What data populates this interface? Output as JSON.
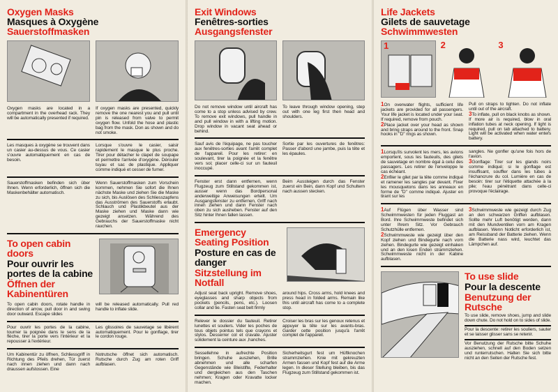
{
  "accent": "#e2231a",
  "panels": {
    "oxygen": {
      "title_en": "Oxygen Masks",
      "title_fr": "Masques à Oxygène",
      "title_de": "Sauerstoffmasken",
      "en_left": "Oxygen masks are located in a compartment in the overhead rack. They will be automatically presented if required.",
      "en_right": "If oxygen masks are presented, quickly remove the one nearest you and pull until pin is released from valve to permit oxygen flow. Unfold the hose and plastic bag from the mask. Don as shown and do not smoke.",
      "fr_left": "Les masques à oxygène se trouvent dans un casier au-dessus de vous. Ce casier s'ouvre automatiquement en cas de besoin.",
      "fr_right": "Lorsque s'ouvre le casier, saisir rapidement le masque le plus proche. Tirer pour détacher le clapet de soupape et permettre l'arrivée d'oxygène. Dérouler tuyau et sac de plastique. Appliquer comme indiqué et cesser de fumer.",
      "de_left": "Sauerstoffmasken befinden sich über Ihnen. Wenn erforderlich, öffnen sich die Maskenbehälter automatisch.",
      "de_right": "Wenn Sauerstoffmasken zum Vorschein kommen, nehmen Sie sofort die Ihnen nächste Maske und ziehen Sie die Maske zu sich, bis Auslösen des Schliesszapfens das Ausströmen des Sauerstoffs erlaubt. Schlauch und Plastikbeutel aus der Maske ziehen und Maske dann wie gezeigt ansetzen. Während des Gebrauchs der Sauerstoffmaske nicht rauchen."
    },
    "doors": {
      "title_en": "To open cabin doors",
      "title_fr": "Pour ouvrir les portes de la cabine",
      "title_de": "Öffnen der Kabinentüren",
      "en_left": "To open cabin doors, rotate handle in direction of arrow, pull door in and swing door outward. Escape slides",
      "en_right": "will be released automatically. Pull red handle to inflate slide.",
      "fr_left": "Pour ouvrir les portes de la cabine, tourner la poignée dans le sens de la flèche, tirer la porte vers l'intérieur et la repousser à l'extérieur.",
      "fr_right": "Les glissoires de sauvetage se libèrent automatiquement. Pour le gonflage, tirer le cordon rouge.",
      "de_left": "Um Kabinentür zu öffnen, Schliessgriff in Richtung des Pfeils drehen, Tür zuerst nach innen ziehen und dann nach draussen aufstossen. Eine",
      "de_right": "Notrutsche öffnet sich automatisch. Rutsche durch Zug am roten Griff aufblasen."
    },
    "windows": {
      "title_en": "Exit Windows",
      "title_fr": "Fenêtres-sorties",
      "title_de": "Ausgangsfenster",
      "en_left": "Do not remove window until aircraft has come to a stop unless advised by crew. To remove exit windows, pull handle in and pull window in with a lifting motion. Drop window in vacant seat ahead or behind.",
      "en_right": "To leave through window opening, step out with one leg first then head and shoulders.",
      "fr_left": "Sauf avis de l'équipage, ne pas toucher aux fenêtres-sorties avant l'arrêt complet de l'appareil. Pour les retirer: en soulevant, tirer la poignée et la fenêtre vers soi; placer celle-ci sur un fauteuil inoccupé.",
      "fr_right": "Sortie par les ouvertures de fenêtres: Passer d'abord une jambe, puis la tête et les épaules.",
      "de_left": "Fenster erst dann entfernen, wenn Flugzeug zum Stillstand gekommen ist, ausser wenn das Bordpersonal anderweitige Anweisungen erteilt. Um Ausgangsfenster zu entfernen, Griff nach innen ziehen und dann Fenster nach oben zu sich ausheben. Fenster auf den Sitz hinter Ihnen fallen lassen.",
      "de_right": "Beim Aussteigen durch das Fenster zuerst ein Bein, dann Kopf und Schultern nach aussen stecken."
    },
    "seating": {
      "title_en": "Emergency Seating Position",
      "title_fr": "Posture en cas de danger",
      "title_de": "Sitzstellung im Notfall",
      "en_left": "Adjust seat back upright. Remove shoes, eyeglasses and sharp objects from pockets (pencils, pens, etc.). Loosen collar and tie. Fasten seat belt firmly",
      "en_right": "around hips. Cross arms, hold knees and press head in folded arms. Remain like this until aircraft has come to a complete stop.",
      "fr_left": "Relever le dossier du fauteuil. Retirer lunettes et souliers. Vider les poches de tous objets pointus tels que crayons et stylos. Desserrer col et cravate. Ajuster solidement la ceinture aux ,hanches.",
      "fr_right": "Croiser les bras sur les genoux retenus et appuyer la tête sur les avants-bras. Garder cette position jusqu'à l'arrêt complet de l'appareil.",
      "de_left": "Sessellehne in aufrechte Position bringen. Schuhe ausziehen, Brille abnehmen und alle scharfen Gegenstände wie Bleistifte, Federhalter und dergleichen aus den Taschen nehmen; Kragen oder Kravatte locker machen.",
      "de_right": "Sicherheitsgurt fest um Hüftknochen strammziehen. Knie mit gekreuzten Armen fassen und Kopf fest auf die Arme legen. In dieser Stellung bleiben, bis das Flugzeug zum Stillstand gekommen ist."
    },
    "jackets": {
      "title_en": "Life Jackets",
      "title_fr": "Gilets de sauvetage",
      "title_de": "Schwimmwesten",
      "step_numbers": [
        "1",
        "2",
        "3"
      ],
      "en_1": "On overwater flights, sufficient life jackets are provided for all passengers. Your life jacket is located under your seat. If required, remove from pouch.",
      "en_2": "Place jacket over your head as shown and bring straps around to the front. Snap hooks in ''D'' rings as shown.",
      "en_2b": "Pull on straps to tighten. Do not inflate until out of the aircraft.",
      "en_3": "To inflate, pull on black knobs as shown. If more air is required, blow in oral inflation tubes at neck opening. If light is required, pull on tab attached to battery. Light will be activated when water enters battery.",
      "fr_1": "Lorsqu'ils survolent les mers, les avions emportent, sous les fauteuils, des gilets de sauvetage en nombre égal à celui des passagers. Les retirer de l'enveloppe le cas échéant.",
      "fr_2": "Enfiler le gilet par la tête comme indiqué et ramener les sangles par devant. Fixer les mousquetons dans les anneaux en forme de ''D'' comme indiqué. Ajuster en tirant sur les",
      "fr_2b": "sangles. Ne gonfler qu'une fois hors de l'avion.",
      "fr_3": "Gonflage: Tirer sur les glands noirs comme indiqué; si le gonflage est insuffisant, souffler dans les tubes à l'échancrure du col. Lumière en cas de besoin: tirer sur l'étiquette attachée à la pile; l'eau pénétrant dans celle-ci provoque l'éclairage.",
      "de_1": "Auf Flügen über Wasser sind Schwimmwesten für jeden Fluggast an Bord. Ihre Schwimmweste befindet sich unter Ihrem Sitz. Vor Gebrauch Schutzhülle entfernen.",
      "de_2": "Schwimmweste wie gezeigt über den Kopf ziehen und Bindegurte nach vorn ziehen. Bindegurte wie gezeigt einhaken und an den losen Enden strammziehen. Schwimmweste nicht in der Kabine aufblasen.",
      "de_3": "Schwimmweste wie gezeigt durch Zug an den schwarzen Griffen aufblasen. Sollte mehr Luft benötigt werden, dann mit den Mundventilen vorn am Kragen aufblasen. Wenn Notlicht erforderlich ist, am Reissband der Batterie ziehen. Wenn die Batterie nass wird, leuchtet das Lämpchen auf."
    },
    "slide": {
      "title_en": "To use slide",
      "title_fr": "Pour la descente",
      "title_de": "Benutzung der Rutsche",
      "en": "To use slide, remove shoes, jump and slide down chute. Do not hold on to sides of slide.",
      "fr": "Pour la descente: retirer les souliers, sauter et se laisser glisser sans se retenir.",
      "de": "Vor Benutzung der Rutsche bitte Schuhe ausziehen, schnell auf den Boden setzen und runterrutschen. Halten Sie sich bitte nicht an den Seiten der Rutsche fest."
    }
  }
}
